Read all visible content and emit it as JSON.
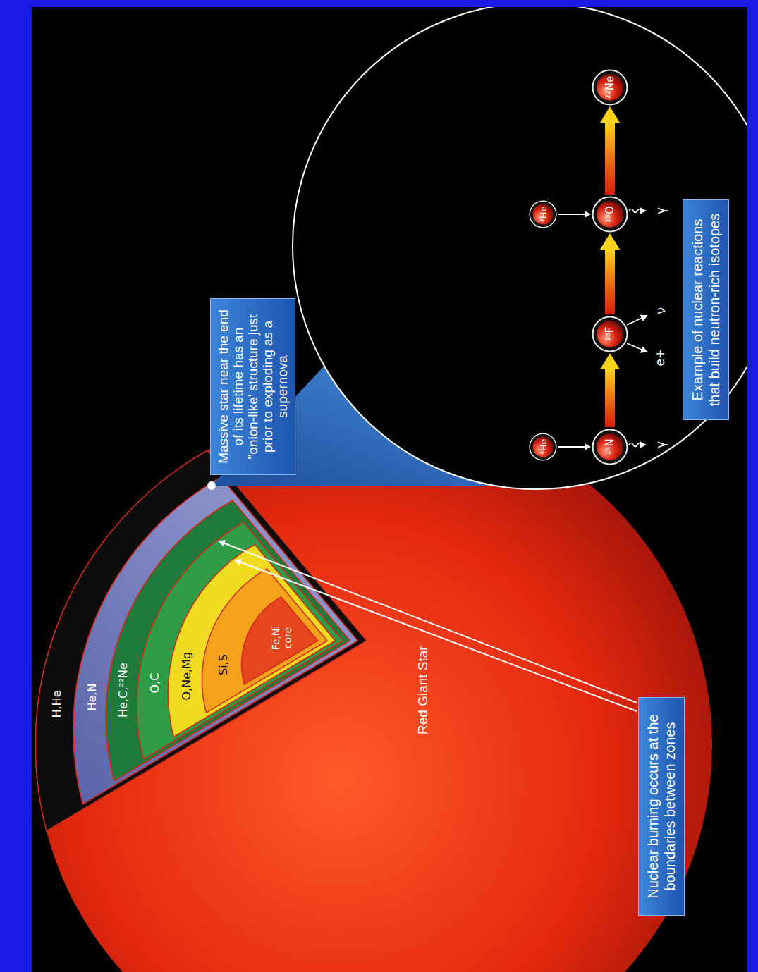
{
  "diagram": {
    "nodes": [
      {
        "text": [
          "Massive star near the end of its lifetime has an \"onion-like' structure just prior to exploding as a supernova"
        ]
      },
      {
        "text": [
          "⁴He"
        ]
      },
      {
        "text": [
          "⁴He"
        ]
      },
      {
        "text": [
          "¹⁴N"
        ]
      },
      {
        "text": [
          "¹⁸F"
        ]
      },
      {
        "text": [
          "¹⁸O"
        ]
      },
      {
        "text": [
          "²²Ne"
        ]
      },
      {
        "text": [
          "Nuclear burning occurs at the boundaries between zones"
        ]
      },
      {
        "text": [
          "Example of nuclear reactions that build neutron-rich isotopes"
        ]
      }
    ],
    "edges": [
      {
        "from": 1,
        "to": 3,
        "arrow": "to"
      },
      {
        "from": 3,
        "to": 4,
        "arrow": "to"
      },
      {
        "from": 4,
        "to": 5,
        "arrow": "to"
      },
      {
        "from": 2,
        "to": 5,
        "arrow": "to"
      },
      {
        "from": 5,
        "to": 6,
        "arrow": "to"
      }
    ],
    "labels": [
      "H,He",
      "He,N",
      "He,C,²²Ne",
      "O,C",
      "O,Ne,Mg",
      "Si,S",
      "Fe,Ni core",
      "Red Giant Star",
      "γ",
      "e+",
      "ν",
      "γ"
    ]
  }
}
